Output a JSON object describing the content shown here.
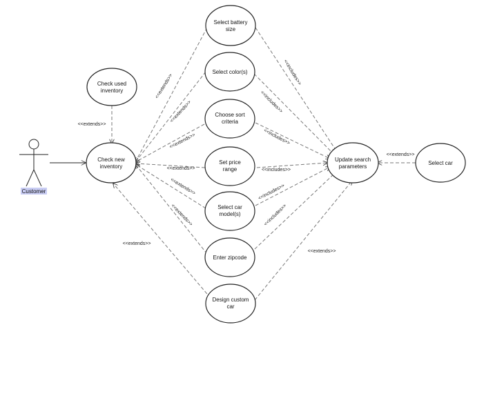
{
  "diagram": {
    "actor": {
      "name": "Customer"
    },
    "use_cases": {
      "battery": [
        "Select battery",
        "size"
      ],
      "color": [
        "Select color(s)"
      ],
      "sort": [
        "Choose sort",
        "criteria"
      ],
      "price": [
        "Set price",
        "range"
      ],
      "model": [
        "Select car",
        "model(s)"
      ],
      "zip": [
        "Enter zipcode"
      ],
      "design": [
        "Design custom",
        "car"
      ],
      "used": [
        "Check used",
        "inventory"
      ],
      "newinv": [
        "Check new",
        "inventory"
      ],
      "update": [
        "Update search",
        "parameters"
      ],
      "selectcar": [
        "Select car"
      ]
    },
    "relations": {
      "extends": "<<extends>>",
      "includes": "<<includes>>"
    }
  }
}
